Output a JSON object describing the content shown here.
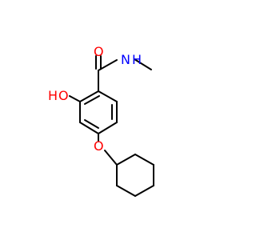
{
  "molecule": {
    "atoms": {
      "carbonyl_oxygen": "O",
      "amide_nitrogen": "N",
      "amide_hydrogen": "H",
      "hydroxyl_oxygen": "O",
      "hydroxyl_hydrogen": "H",
      "ether_oxygen": "O"
    },
    "colors": {
      "oxygen": "#ff0000",
      "nitrogen": "#0000ff",
      "bond": "#000000",
      "background": "#ffffff"
    }
  }
}
